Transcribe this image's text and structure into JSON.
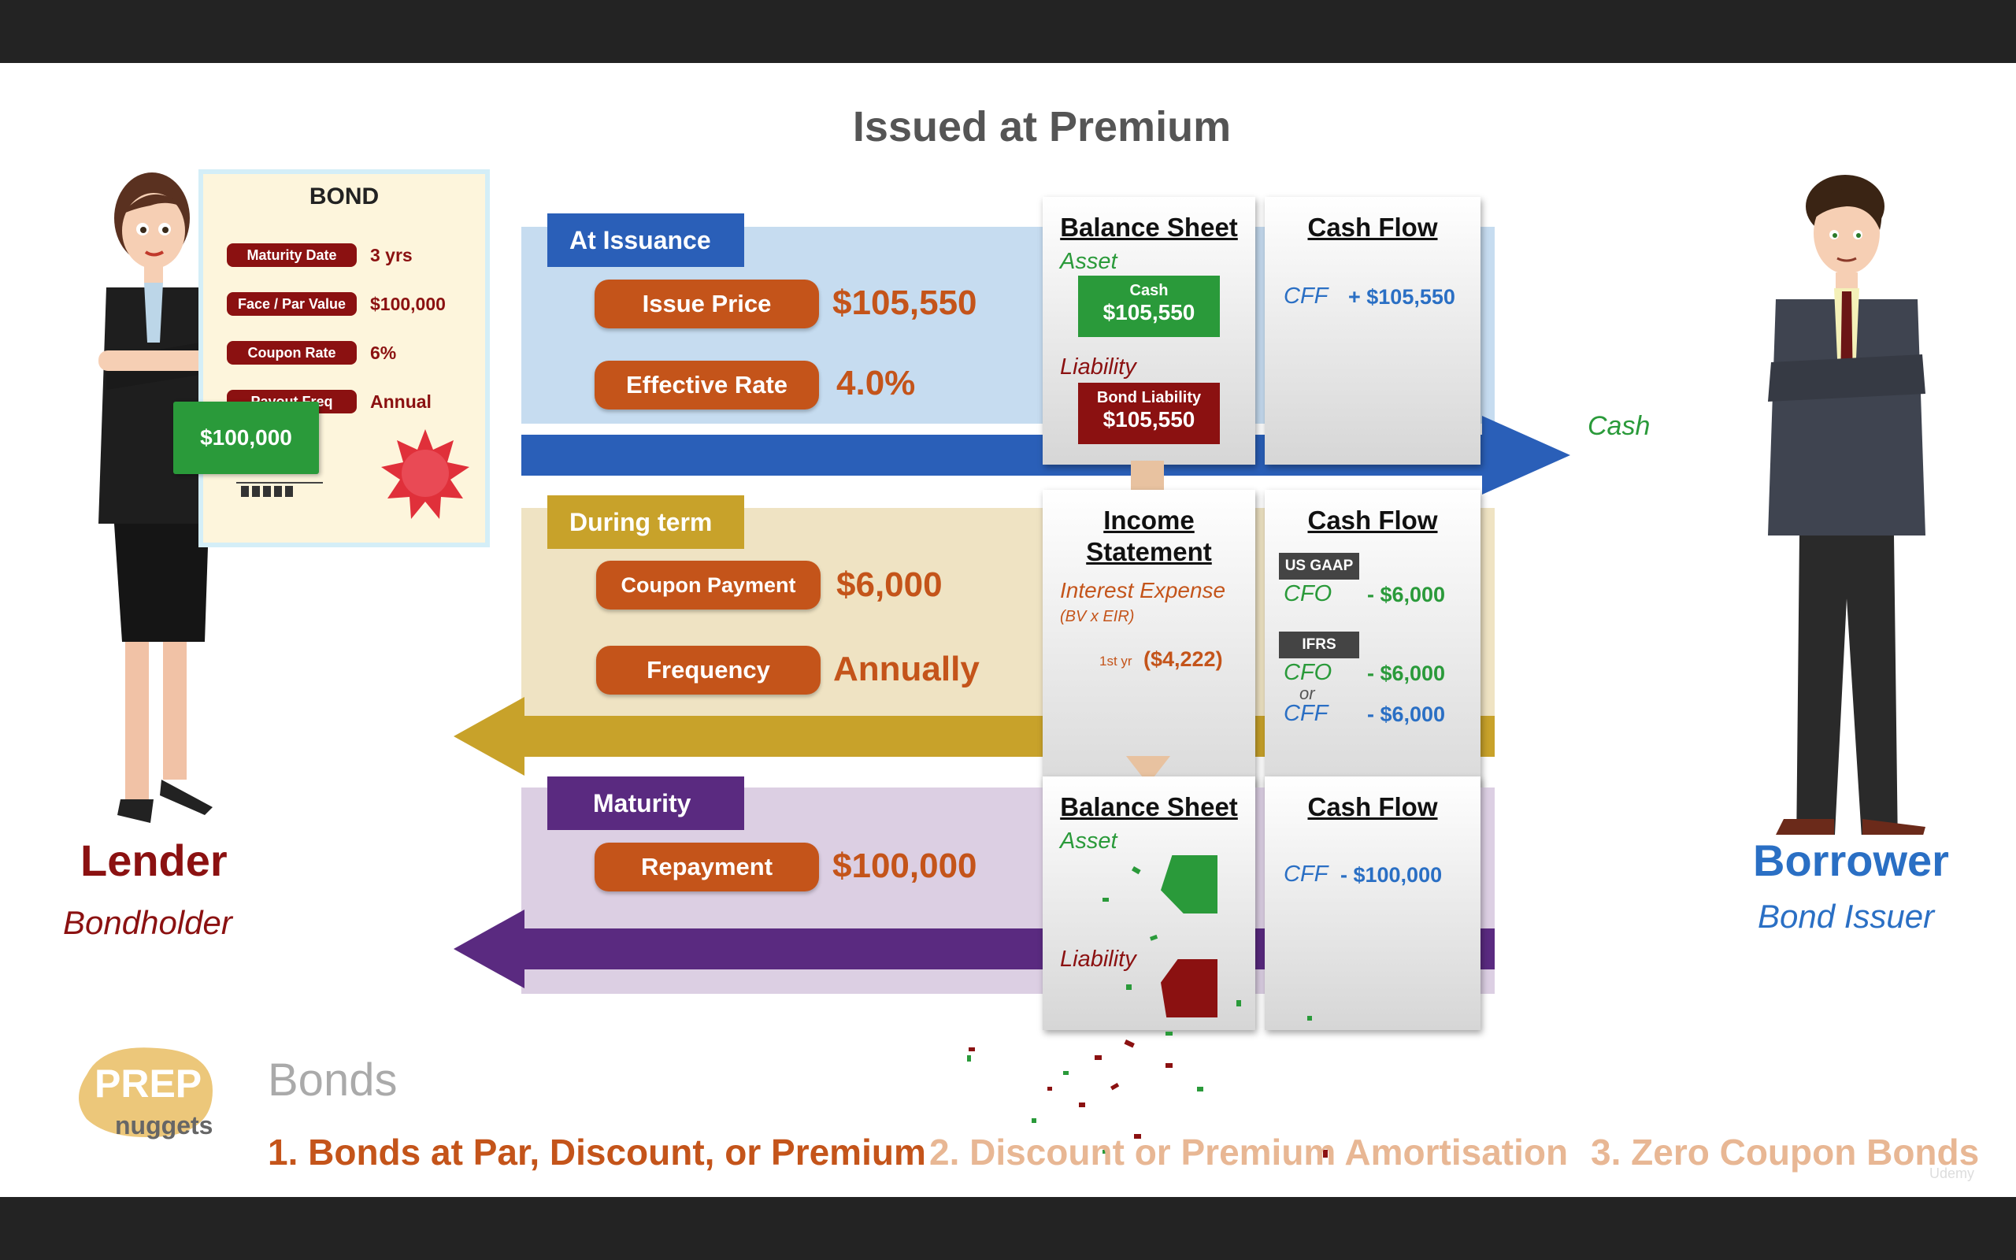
{
  "title": "Issued at Premium",
  "bond_card": {
    "title": "BOND",
    "rows": [
      {
        "label": "Maturity Date",
        "value": "3 yrs"
      },
      {
        "label": "Face / Par Value",
        "value": "$100,000"
      },
      {
        "label": "Coupon Rate",
        "value": "6%"
      },
      {
        "label": "Payout Freq",
        "value": "Annual"
      }
    ],
    "cash_note": "$100,000"
  },
  "lender": {
    "title": "Lender",
    "subtitle": "Bondholder"
  },
  "borrower": {
    "title": "Borrower",
    "subtitle": "Bond Issuer"
  },
  "cash_arrow_label": "Cash",
  "issuance": {
    "tab": "At Issuance",
    "issue_price_label": "Issue Price",
    "issue_price_value": "$105,550",
    "effective_rate_label": "Effective Rate",
    "effective_rate_value": "4.0%",
    "balance_sheet": {
      "heading": "Balance Sheet",
      "asset_label": "Asset",
      "asset_box_label": "Cash",
      "asset_box_value": "$105,550",
      "liability_label": "Liability",
      "liability_box_label": "Bond Liability",
      "liability_box_value": "$105,550"
    },
    "cash_flow": {
      "heading": "Cash Flow",
      "line_label": "CFF",
      "line_value": "+ $105,550"
    }
  },
  "term": {
    "tab": "During term",
    "coupon_label": "Coupon Payment",
    "coupon_value": "$6,000",
    "frequency_label": "Frequency",
    "frequency_value": "Annually",
    "income_statement": {
      "heading_line1": "Income",
      "heading_line2": "Statement",
      "expense_label": "Interest Expense",
      "expense_note": "(BV x EIR)",
      "year_label": "1st yr",
      "expense_value": "($4,222)"
    },
    "cash_flow": {
      "heading": "Cash Flow",
      "gaap_badge": "US GAAP",
      "gaap_label": "CFO",
      "gaap_value": "- $6,000",
      "ifrs_badge": "IFRS",
      "ifrs_cfo_label": "CFO",
      "ifrs_cfo_value": "- $6,000",
      "or_text": "or",
      "ifrs_cff_label": "CFF",
      "ifrs_cff_value": "- $6,000"
    }
  },
  "maturity": {
    "tab": "Maturity",
    "repayment_label": "Repayment",
    "repayment_value": "$100,000",
    "balance_sheet": {
      "heading": "Balance Sheet",
      "asset_label": "Asset",
      "liability_label": "Liability"
    },
    "cash_flow": {
      "heading": "Cash Flow",
      "line_label": "CFF",
      "line_value": "- $100,000"
    }
  },
  "footer": {
    "logo_line1": "PREP",
    "logo_line2": "nuggets",
    "section": "Bonds",
    "nav": [
      "1. Bonds at Par, Discount, or Premium",
      "2. Discount or Premium Amortisation",
      "3. Zero Coupon Bonds"
    ],
    "watermark": "Udemy"
  },
  "colors": {
    "issuance_band": "#c6dcf0",
    "issuance_tab": "#2a5fb8",
    "term_band": "#efe3c3",
    "term_tab": "#c8a22a",
    "maturity_band": "#dccfe3",
    "maturity_tab": "#5a2a80",
    "accent_orange": "#c4541a",
    "dark_red": "#8b1111",
    "green": "#2a9a3a",
    "blue": "#2a6fc4"
  }
}
